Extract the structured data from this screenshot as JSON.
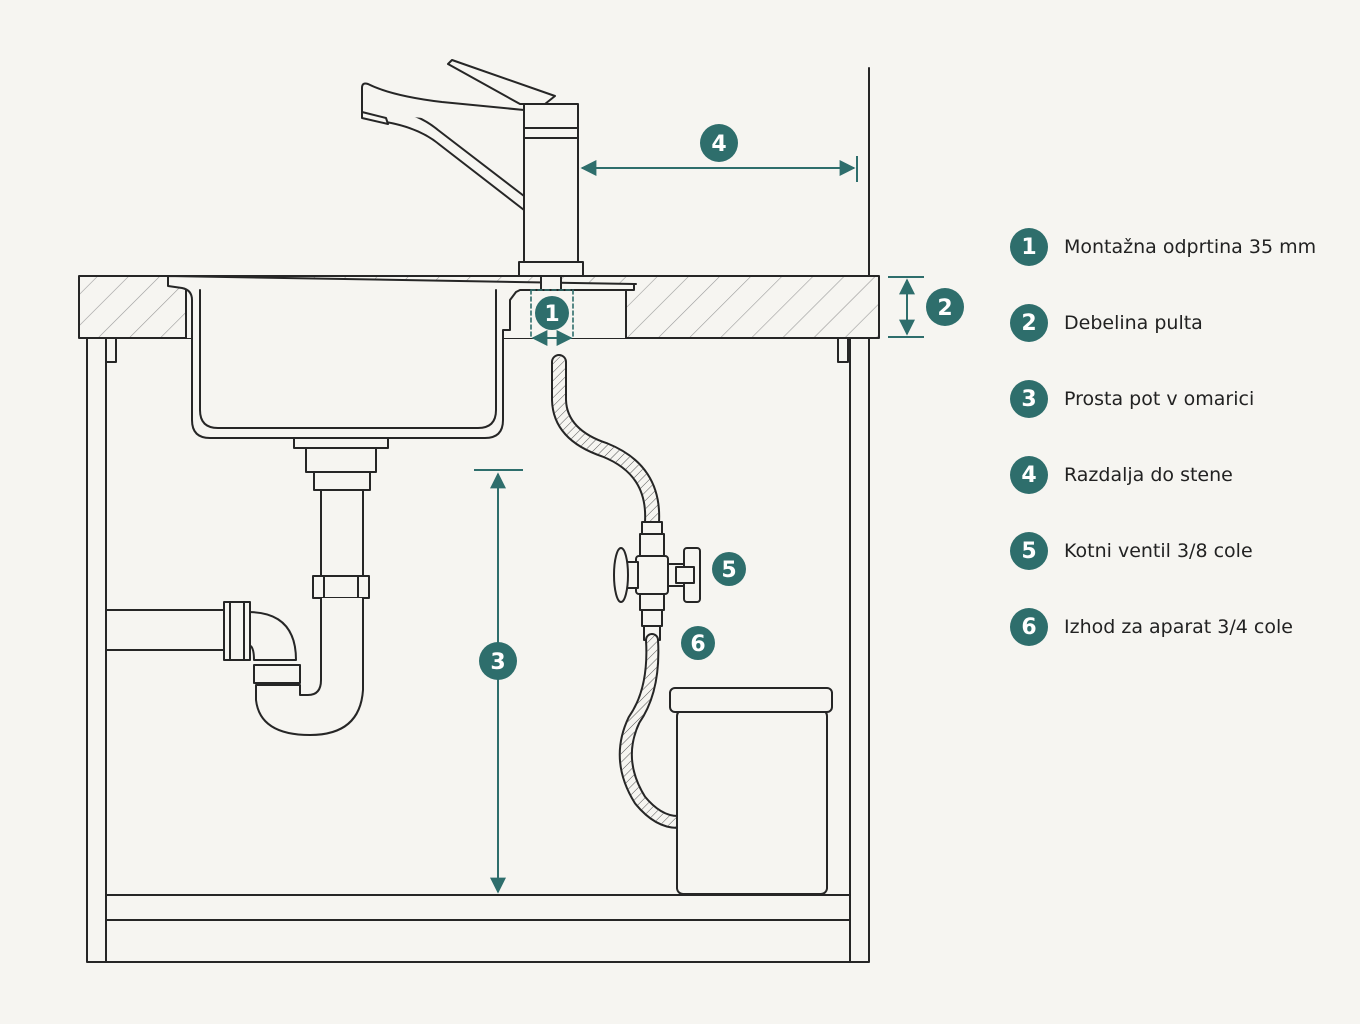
{
  "colors": {
    "accent": "#2e6e6c",
    "line": "#262626",
    "background": "#f6f5f1",
    "hatch": "#8f8f8f"
  },
  "markers": [
    {
      "id": "1",
      "label": "Montažna odprtina 35 mm"
    },
    {
      "id": "2",
      "label": "Debelina pulta"
    },
    {
      "id": "3",
      "label": "Prosta pot v omarici"
    },
    {
      "id": "4",
      "label": "Razdalja do stene"
    },
    {
      "id": "5",
      "label": "Kotni ventil 3/8 cole"
    },
    {
      "id": "6",
      "label": "Izhod za aparat 3/4 cole"
    }
  ]
}
